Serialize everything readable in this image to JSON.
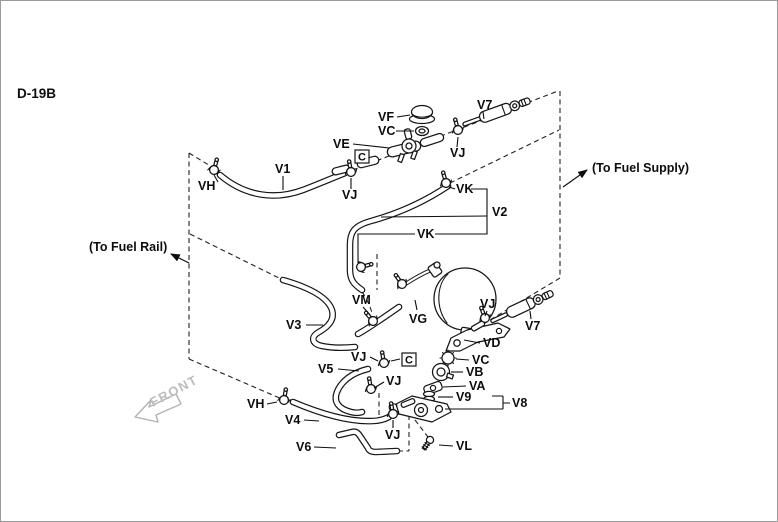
{
  "page": {
    "code": "D-19B"
  },
  "annotations": {
    "to_fuel_supply": "(To Fuel Supply)",
    "to_fuel_rail": "(To Fuel Rail)",
    "front": "FRONT",
    "connector": "C"
  },
  "part_labels": {
    "v1": "V1",
    "v2": "V2",
    "v3": "V3",
    "v4": "V4",
    "v5": "V5",
    "v6": "V6",
    "v7": "V7",
    "v8": "V8",
    "v9": "V9",
    "va": "VA",
    "vb": "VB",
    "vc": "VC",
    "vd": "VD",
    "ve": "VE",
    "vf": "VF",
    "vg": "VG",
    "vh": "VH",
    "vj": "VJ",
    "vk": "VK",
    "vl": "VL",
    "vm": "VM"
  },
  "colors": {
    "line": "#151515",
    "muted": "#bdbdbd",
    "background": "#ffffff"
  }
}
